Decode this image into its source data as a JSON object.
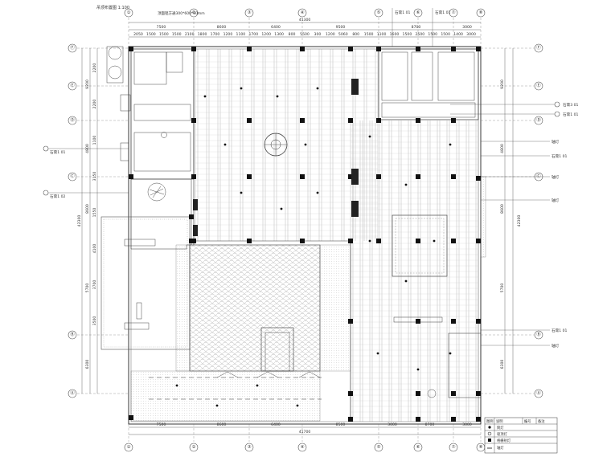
{
  "drawing": {
    "title": "吊顶布置图",
    "subtitle": "1:100",
    "note_top": "顶面铝方通300*600*50mm"
  },
  "axes": {
    "columns": [
      "①",
      "②",
      "③",
      "④",
      "⑤",
      "⑥",
      "⑦",
      "⑧"
    ],
    "rows": [
      "Ⓐ",
      "Ⓑ",
      "Ⓒ",
      "Ⓓ",
      "Ⓔ",
      "Ⓕ"
    ]
  },
  "dimensions": {
    "top_total": "41300",
    "top_segments": [
      "7500",
      "8600",
      "6400",
      "9500",
      "8700",
      "3000"
    ],
    "top_sub": [
      "2050",
      "1500",
      "1500",
      "1500",
      "2100",
      "1800",
      "1700",
      "1200",
      "1100",
      "1700",
      "1200",
      "1300",
      "800",
      "5500",
      "300",
      "1200",
      "5060",
      "800",
      "1500",
      "1100",
      "1600",
      "1500",
      "2500",
      "1500",
      "1500",
      "1400",
      "3000"
    ],
    "bottom_total": "41700",
    "bottom_segments": [
      "7500",
      "8600",
      "6400",
      "8500",
      "3000",
      "8700",
      "3000"
    ],
    "left_total": "42300",
    "left_segments": [
      "9200",
      "4800",
      "8600",
      "5700",
      "6300"
    ],
    "left_sub": [
      "2200",
      "2200",
      "1100",
      "3150",
      "1550",
      "4100",
      "3700",
      "3500"
    ],
    "right_total": "42300",
    "right_segments": [
      "9200",
      "4800",
      "8600",
      "5700",
      "6300"
    ]
  },
  "callouts": {
    "left": [
      "石膏1 01",
      "石膏1 02"
    ],
    "right_top": [
      "石膏3 01",
      "石膏1 01"
    ],
    "right": [
      "轴灯",
      "石膏1 01",
      "轴灯",
      "轴灯",
      "石膏1 01",
      "轴灯"
    ],
    "top": [
      "石膏1 01",
      "石膏1 01"
    ]
  },
  "legend": {
    "header": [
      "图例",
      "说明",
      "编号",
      "备注"
    ],
    "rows": [
      "筒灯",
      "吸顶灯",
      "格栅射灯",
      "轴灯"
    ]
  }
}
